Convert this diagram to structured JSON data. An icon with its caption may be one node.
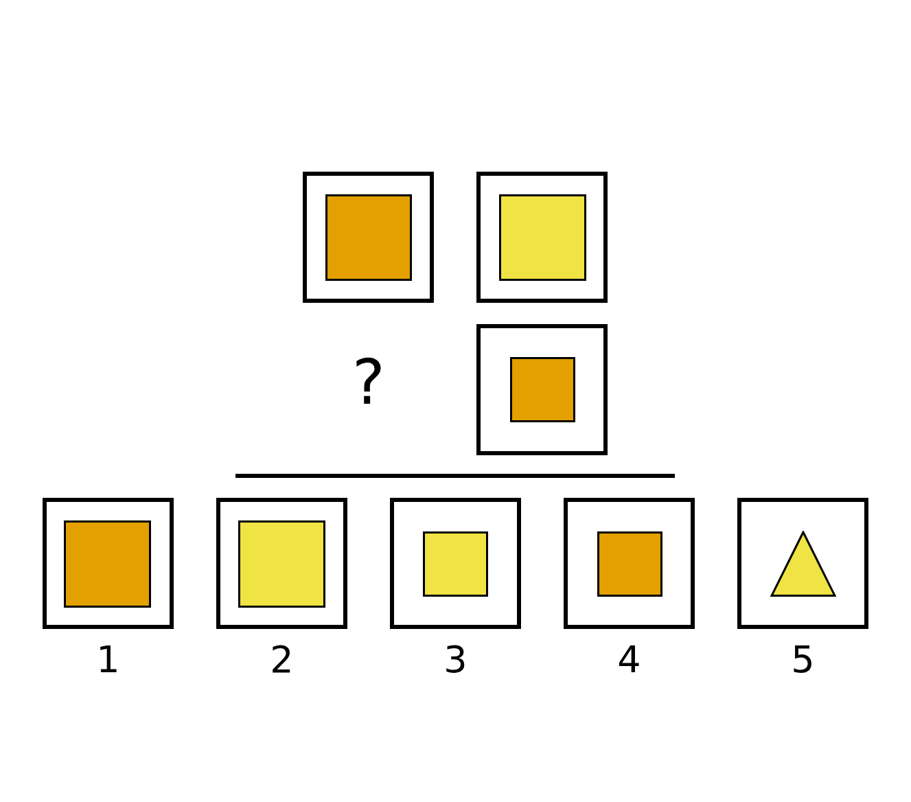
{
  "diagram": {
    "nodes": [
      {
        "text": [],
        "shape": "box"
      },
      {
        "text": [],
        "shape": "box",
        "in": 0
      },
      {
        "text": [],
        "shape": "box"
      },
      {
        "text": [],
        "shape": "box",
        "in": 2
      },
      {
        "text": [],
        "shape": "box"
      },
      {
        "text": [],
        "shape": "box",
        "in": 4
      },
      {
        "text": [],
        "shape": "box",
        "beside": [
          "1"
        ]
      },
      {
        "text": [],
        "shape": "box",
        "in": 6
      },
      {
        "text": [],
        "shape": "box",
        "beside": [
          "2"
        ]
      },
      {
        "text": [],
        "shape": "box",
        "in": 8
      },
      {
        "text": [],
        "shape": "box",
        "beside": [
          "3"
        ]
      },
      {
        "text": [],
        "shape": "box",
        "in": 10
      },
      {
        "text": [],
        "shape": "box",
        "beside": [
          "4"
        ]
      },
      {
        "text": [],
        "shape": "box",
        "in": 12
      },
      {
        "text": [],
        "shape": "box",
        "beside": [
          "5"
        ]
      },
      {
        "text": [],
        "shape": "triangle",
        "in": 14
      }
    ],
    "labels": [
      "?"
    ]
  }
}
